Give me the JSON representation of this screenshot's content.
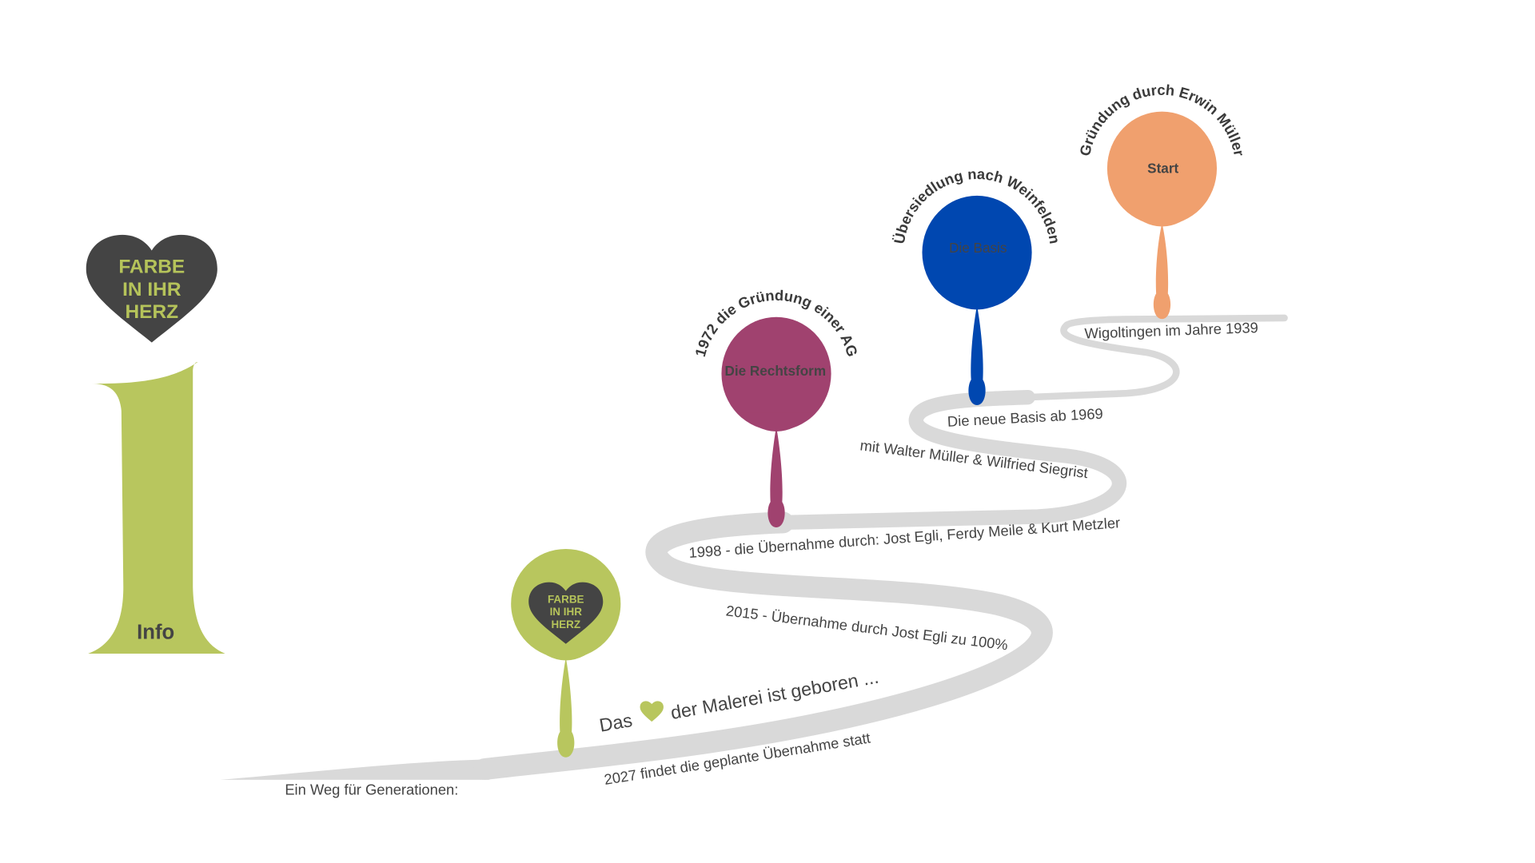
{
  "logo": {
    "lines": [
      "FARBE",
      "IN IHR",
      "HERZ"
    ]
  },
  "info_label": "Info",
  "intro": "Ein Weg für Generationen:",
  "colors": {
    "road": "#d9d9d9",
    "green": "#b8c65e",
    "dark": "#444444",
    "purple": "#a0426f",
    "blue": "#0047b0",
    "orange": "#f0a06e"
  },
  "milestones": [
    {
      "title": "Start",
      "arc": "Gründung durch Erwin Müller",
      "caption": "Wigoltingen im Jahre 1939"
    },
    {
      "title": "Die Basis",
      "arc": "Übersiedlung nach Weinfelden",
      "caption": "Die neue Basis ab 1969",
      "caption2": "mit Walter Müller &  Wilfried Siegrist"
    },
    {
      "title": "Die Rechtsform",
      "arc": "1972 die Gründung einer AG",
      "caption": "1998 - die Übernahme durch: Jost Egli, Ferdy Meile & Kurt Metzler",
      "caption2": "2015 - Übernahme durch Jost Egli zu 100%"
    }
  ],
  "final": {
    "lines": [
      "FARBE",
      "IN IHR",
      "HERZ"
    ],
    "slogan_a": "Das",
    "slogan_b": "der Malerei ist geboren ...",
    "caption": "2027 findet die geplante Übernahme statt"
  }
}
